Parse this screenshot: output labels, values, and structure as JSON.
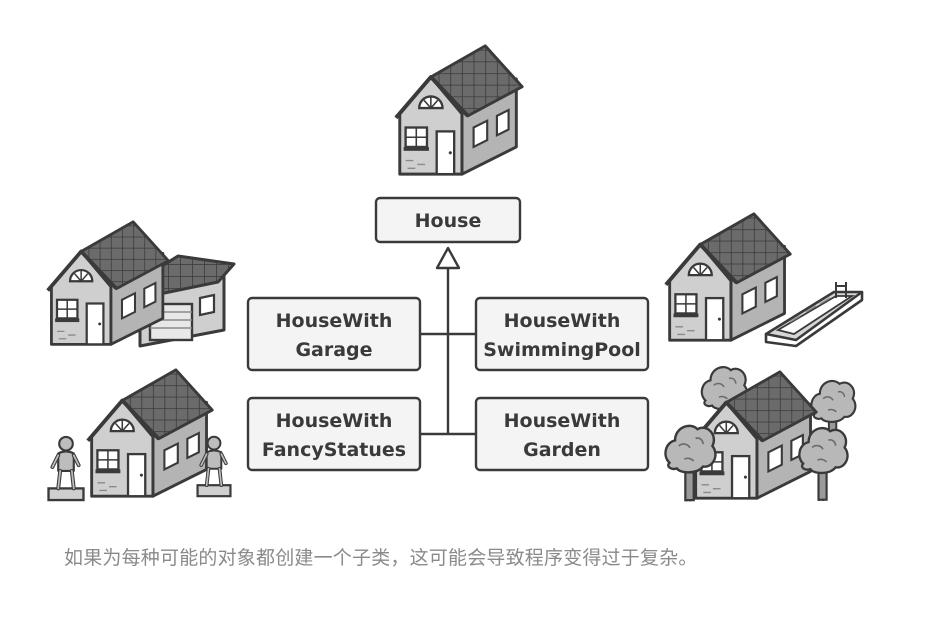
{
  "diagram": {
    "base_class": "House",
    "subclasses": [
      {
        "id": "garage",
        "line1": "HouseWith",
        "line2": "Garage"
      },
      {
        "id": "swimmingpool",
        "line1": "HouseWith",
        "line2": "SwimmingPool"
      },
      {
        "id": "fancystatues",
        "line1": "HouseWith",
        "line2": "FancyStatues"
      },
      {
        "id": "garden",
        "line1": "HouseWith",
        "line2": "Garden"
      }
    ]
  },
  "illustrations": {
    "base": "house-icon",
    "garage": "house-with-garage-icon",
    "swimmingpool": "house-with-pool-icon",
    "fancystatues": "house-with-statues-icon",
    "garden": "house-with-garden-icon"
  },
  "colors": {
    "box_border": "#3a3a3a",
    "box_fill": "#f4f4f4",
    "roof": "#6b6b6b",
    "wall": "#c8c8c8",
    "caption_text": "#8a8a8a"
  },
  "caption": "如果为每种可能的对象都创建一个子类，这可能会导致程序变得过于复杂。"
}
